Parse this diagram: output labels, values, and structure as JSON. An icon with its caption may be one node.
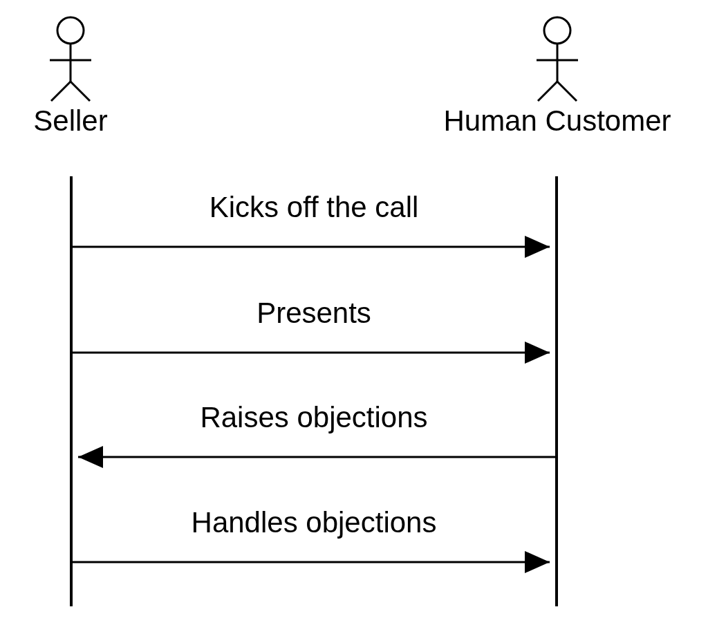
{
  "diagram": {
    "nodes": [
      {
        "text": [
          "Seller"
        ]
      },
      {
        "text": [
          "Human Customer"
        ]
      },
      {
        "text": [],
        "shape": "bar"
      },
      {
        "text": [],
        "shape": "bar"
      }
    ],
    "edges": [
      {
        "from": 2,
        "to": 3,
        "arrow": "to",
        "label": "Kicks off the call"
      },
      {
        "from": 2,
        "to": 3,
        "arrow": "to",
        "label": "Presents"
      },
      {
        "from": 3,
        "to": 2,
        "arrow": "to",
        "label": "Raises objections"
      },
      {
        "from": 2,
        "to": 3,
        "arrow": "to",
        "label": "Handles objections"
      }
    ]
  }
}
